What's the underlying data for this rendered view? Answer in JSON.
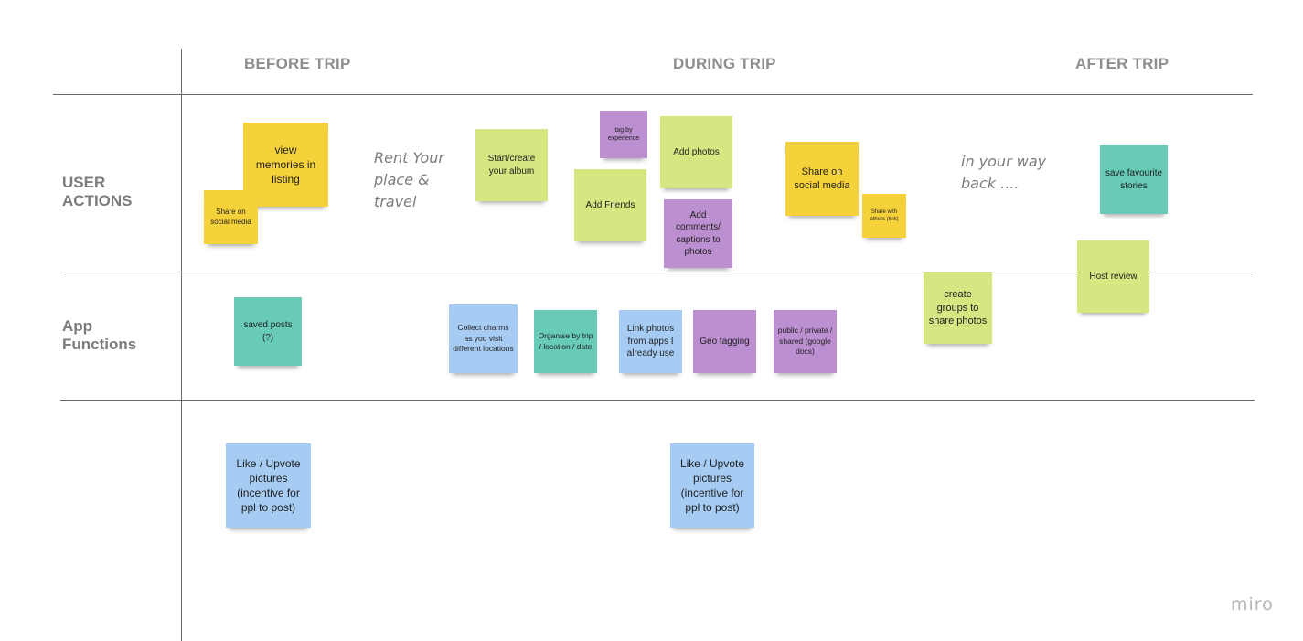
{
  "columns": {
    "before": "BEFORE TRIP",
    "during": "DURING TRIP",
    "after": "AFTER TRIP"
  },
  "rows": {
    "user_actions": "USER\nACTIONS",
    "app_functions": "App\nFunctions"
  },
  "annotations": {
    "rent": "Rent Your\nplace &\ntravel",
    "way_back": "in your way\nback ...."
  },
  "stickies": {
    "view_memories": "view memories in listing",
    "share_social_before": "Share on social media",
    "start_album": "Start/create your album",
    "tag_experience": "tag by experience",
    "add_photos": "Add photos",
    "add_friends": "Add Friends",
    "add_comments": "Add comments/ captions to photos",
    "share_social_during": "Share on social media",
    "share_others": "Share with others (link)",
    "save_stories": "save favourite stories",
    "host_review": "Host review",
    "create_groups": "create groups to share photos",
    "saved_posts": "saved posts (?)",
    "collect_charms": "Collect charms as you visit different locations",
    "organise": "Organise by trip / location / date",
    "link_photos": "Link photos from apps I already use",
    "geo_tagging": "Geo tagging",
    "public_private": "public / private / shared (google docs)",
    "like_before": "Like / Upvote pictures (incentive for ppl to post)",
    "like_during": "Like / Upvote pictures (incentive for ppl to post)"
  },
  "colors": {
    "yellow": "#f6d23a",
    "lime": "#d6e681",
    "purple": "#bb8fd0",
    "teal": "#67cbb8",
    "blue": "#a7ccf4"
  },
  "brand": "miro"
}
